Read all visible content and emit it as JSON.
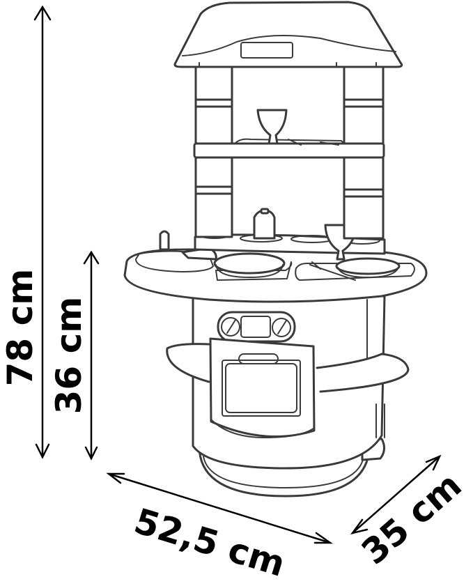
{
  "diagram": {
    "subject": "toy kitchen",
    "line_color": "#3a3a3a",
    "label_color": "#000000",
    "background": "#ffffff",
    "dimensions": {
      "total_height": {
        "label": "78 cm",
        "value": 78,
        "unit": "cm"
      },
      "counter_height": {
        "label": "36 cm",
        "value": 36,
        "unit": "cm"
      },
      "width": {
        "label": "52,5 cm",
        "value": 52.5,
        "unit": "cm"
      },
      "depth": {
        "label": "35 cm",
        "value": 35,
        "unit": "cm"
      }
    },
    "parts": [
      "hood",
      "shelf",
      "cup",
      "cutlery",
      "countertop",
      "sink",
      "faucet",
      "frying-pan",
      "plate",
      "fork",
      "knife",
      "stove-knobs",
      "oven-door",
      "side-shelves",
      "base"
    ]
  }
}
